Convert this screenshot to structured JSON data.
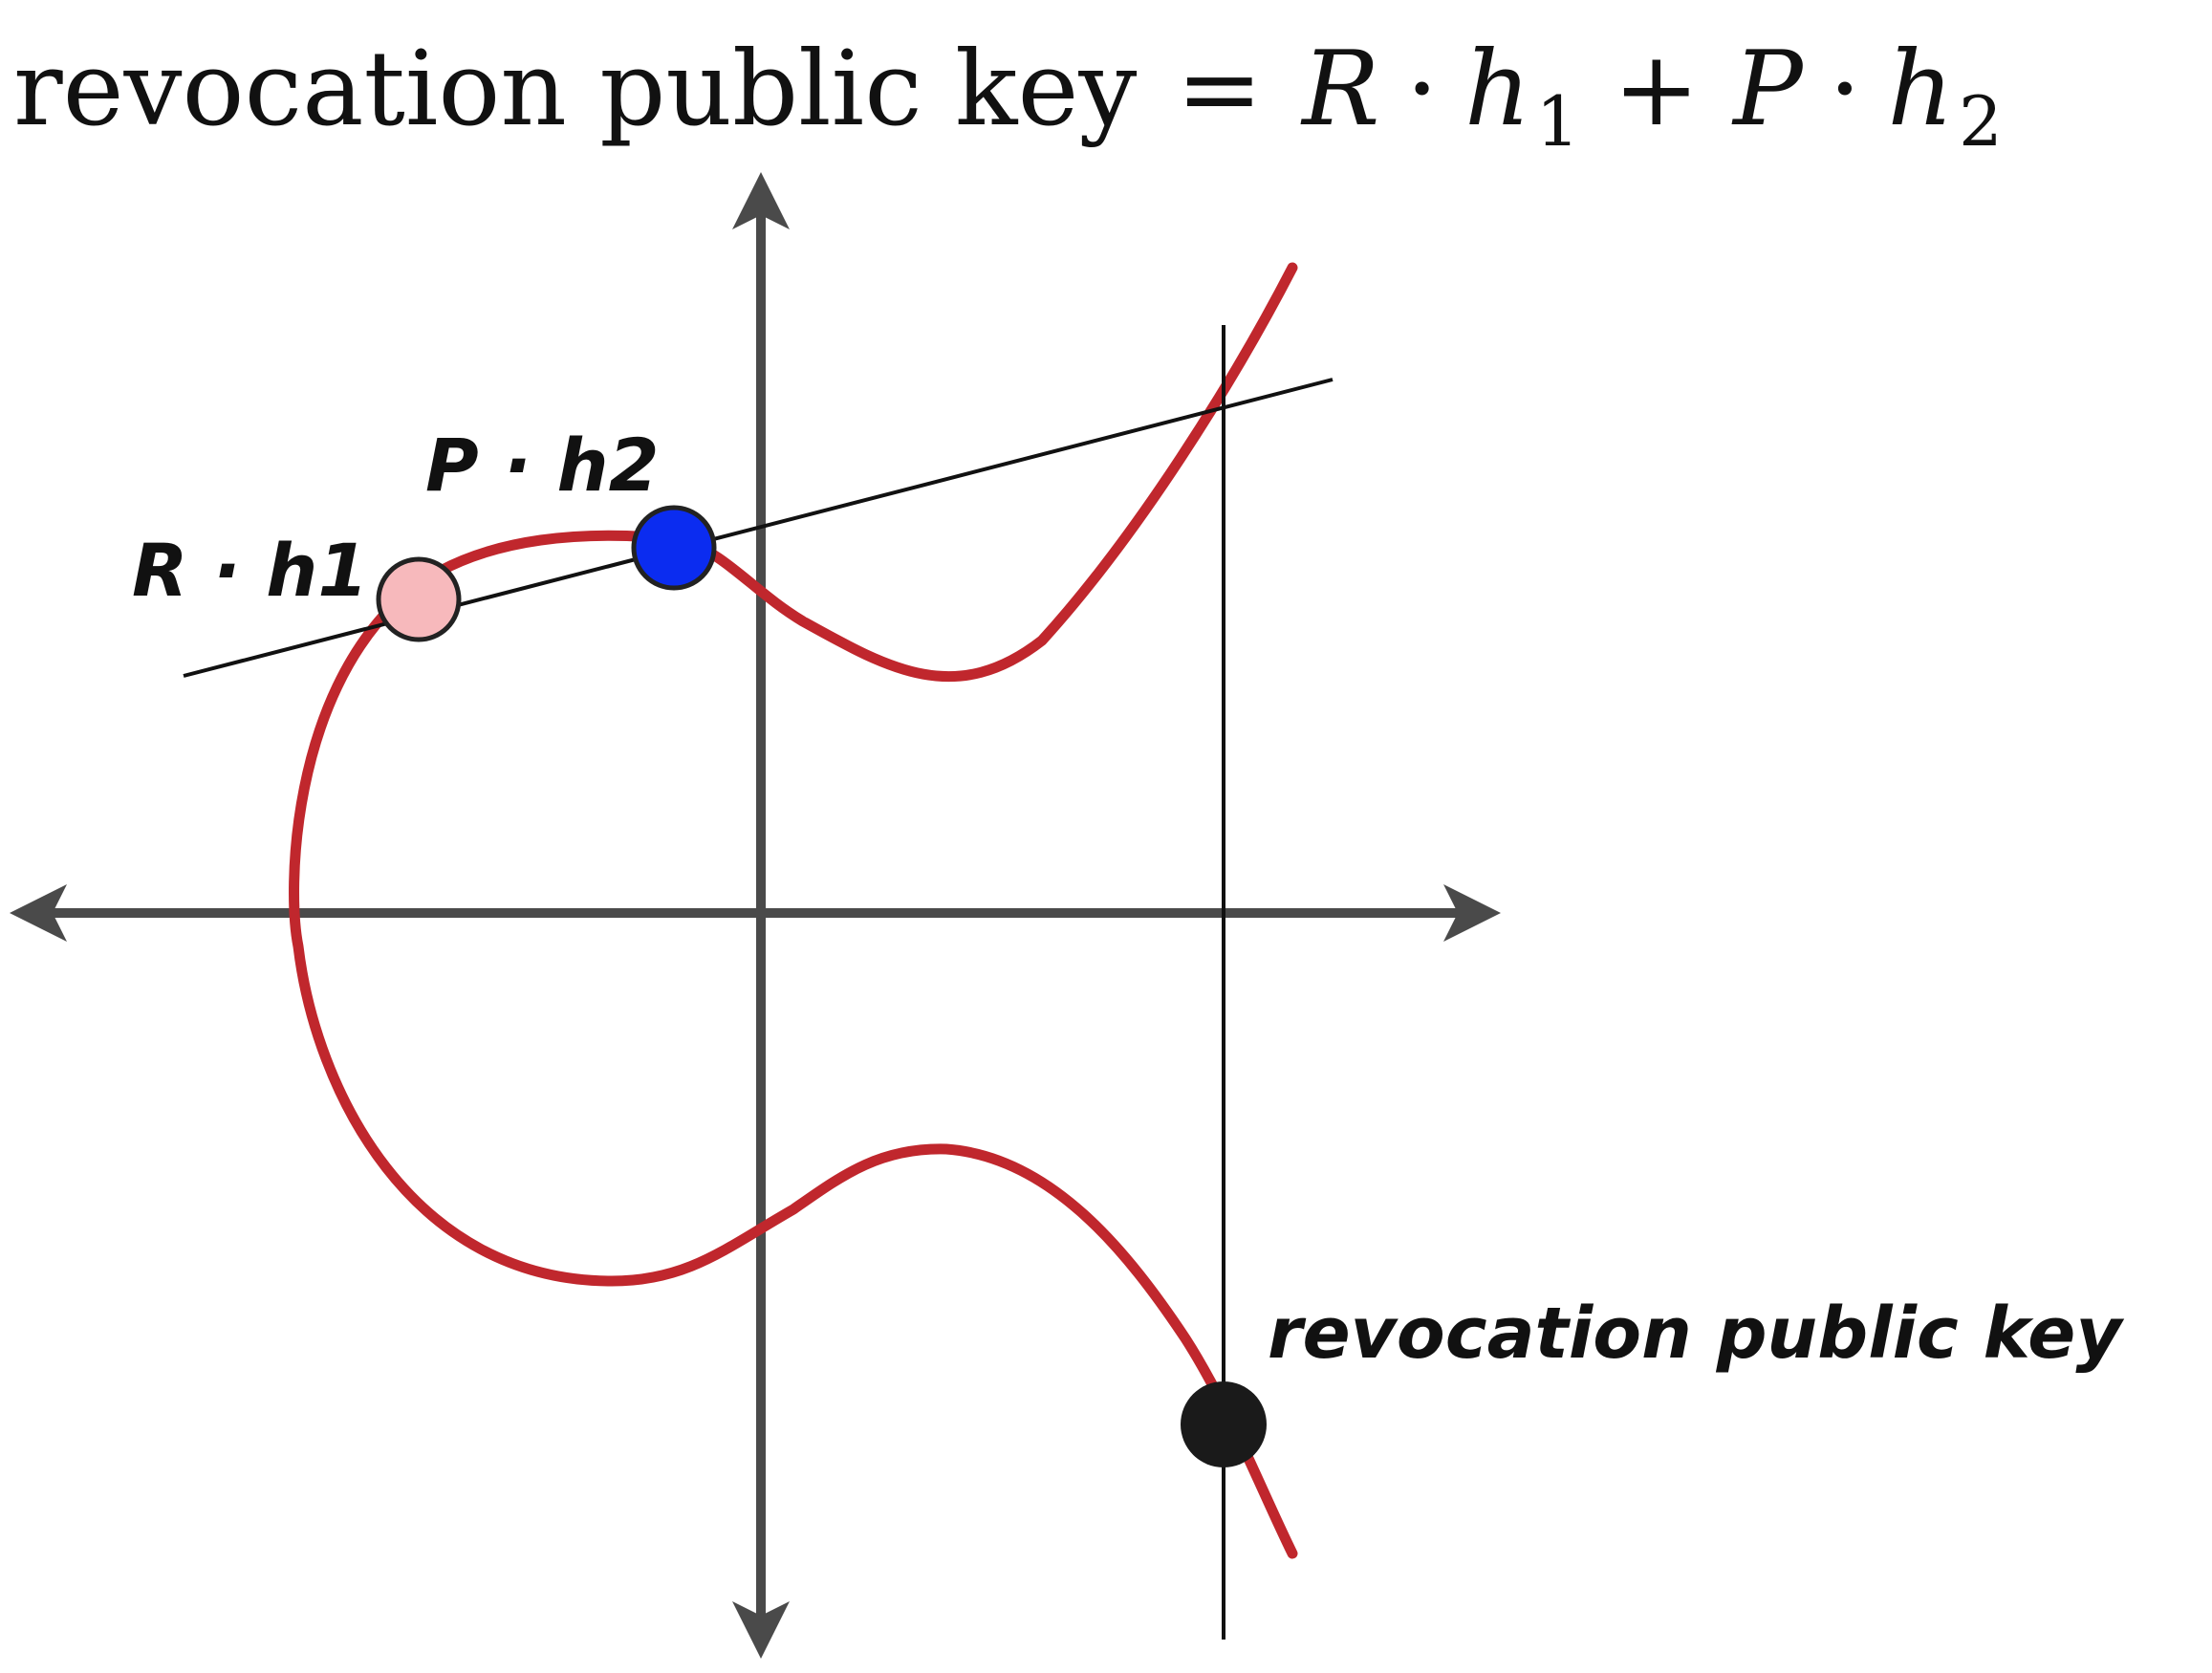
{
  "formula": {
    "lhs": "revocation public key",
    "equals": "=",
    "term1_var": "R",
    "term1_dot": "·",
    "term1_hvar": "h",
    "term1_sub": "1",
    "plus": "+",
    "term2_var": "P",
    "term2_dot": "·",
    "term2_hvar": "h",
    "term2_sub": "2"
  },
  "labels": {
    "r_h1": "R · h1",
    "p_h2": "P · h2",
    "revocation": "revocation public key"
  },
  "colors": {
    "curve": "#c0272d",
    "axes": "#4a4a4a",
    "lines": "#111111",
    "point_r_h1": "#f7b9bc",
    "point_p_h2": "#0b2cf0",
    "point_revocation": "#1a1a1a"
  },
  "icons": {
    "axis_arrowheads": "triangle-arrowhead"
  }
}
